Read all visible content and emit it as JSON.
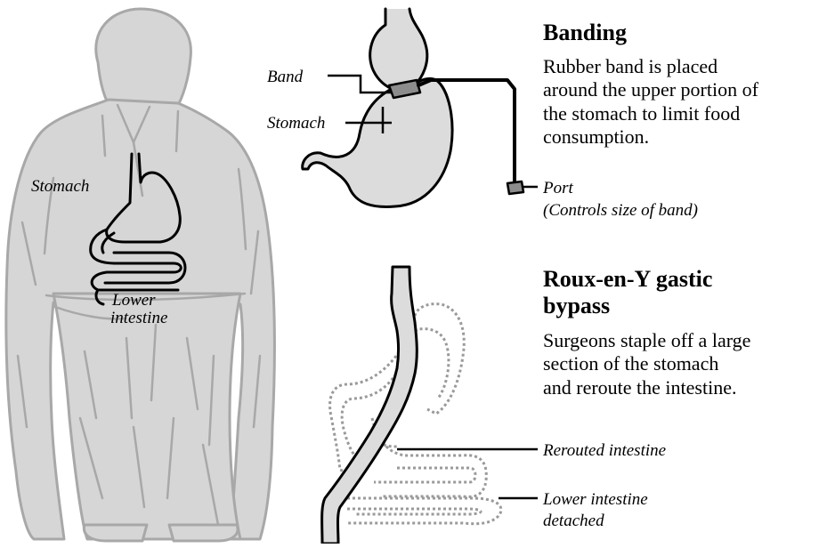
{
  "figure": {
    "body": {
      "stomach_label": "Stomach",
      "lower_intestine_line1": "Lower",
      "lower_intestine_line2": "intestine"
    },
    "banding": {
      "heading": "Banding",
      "desc_line1": "Rubber band is placed",
      "desc_line2": "around the upper portion of",
      "desc_line3": "the stomach to limit food",
      "desc_line4": "consumption.",
      "band_label": "Band",
      "stomach_label": "Stomach",
      "port_label_line1": "Port",
      "port_label_line2": "(Controls size of band)"
    },
    "bypass": {
      "heading_line1": "Roux-en-Y gastic",
      "heading_line2": "bypass",
      "desc_line1": "Surgeons staple off a large",
      "desc_line2": "section of the stomach",
      "desc_line3": "and reroute the intestine.",
      "rerouted_label": "Rerouted intestine",
      "detached_line1": "Lower intestine",
      "detached_line2": "detached"
    },
    "colors": {
      "figure_fill": "#d6d6d6",
      "figure_stroke": "#a8a8a8",
      "organ_fill": "#dcdcdc",
      "band_fill": "#8c8c8c",
      "dotted": "#9a9a9a",
      "ink": "#000000"
    }
  }
}
